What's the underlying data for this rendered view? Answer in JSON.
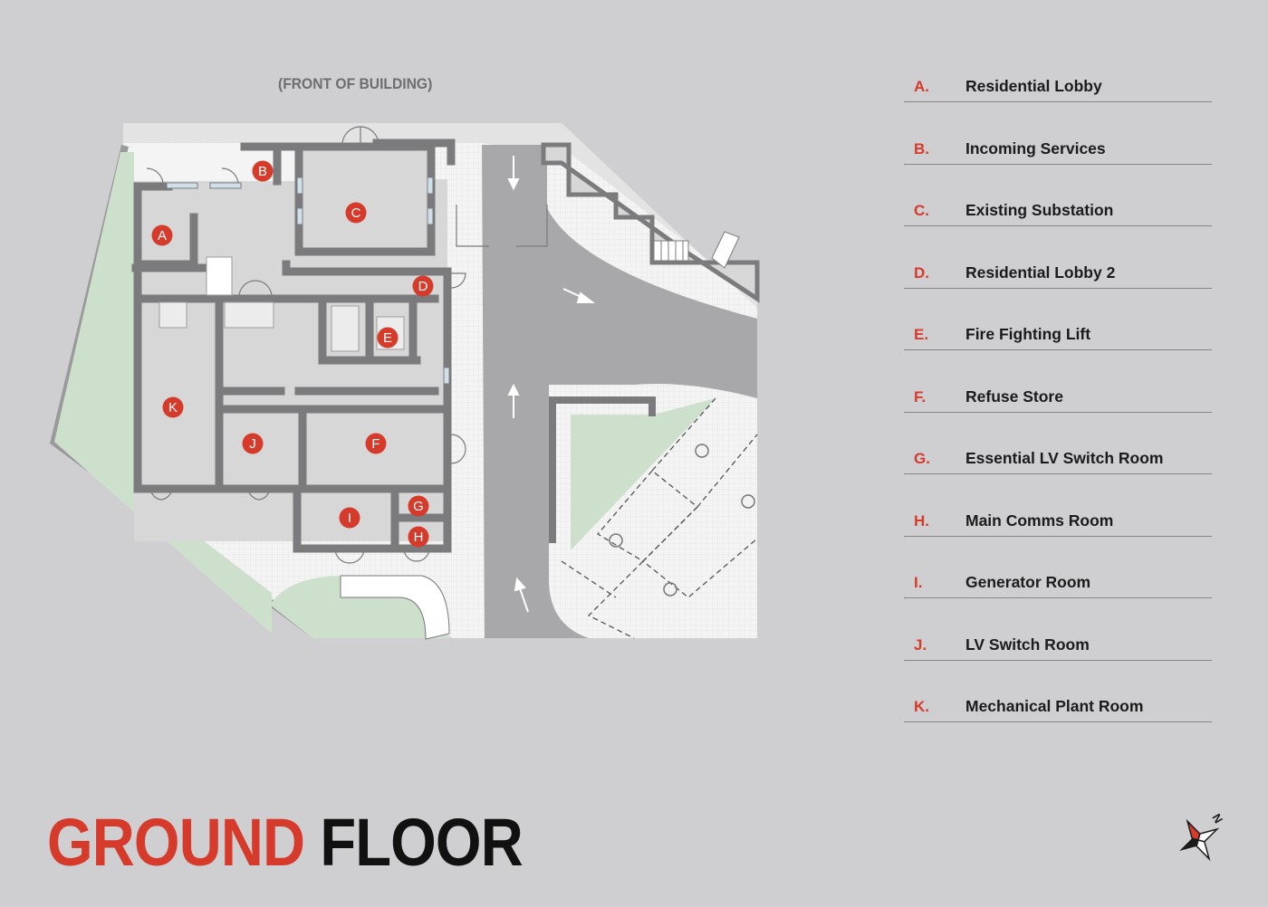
{
  "front_label": "(FRONT OF BUILDING)",
  "title": {
    "part1": "GROUND",
    "part2": "FLOOR"
  },
  "rooms": [
    {
      "letter": "A",
      "legend_letter": "A.",
      "name": "Residential Lobby"
    },
    {
      "letter": "B",
      "legend_letter": "B.",
      "name": "Incoming Services"
    },
    {
      "letter": "C",
      "legend_letter": "C.",
      "name": "Existing Substation"
    },
    {
      "letter": "D",
      "legend_letter": "D.",
      "name": "Residential Lobby 2"
    },
    {
      "letter": "E",
      "legend_letter": "E.",
      "name": "Fire Fighting Lift"
    },
    {
      "letter": "F",
      "legend_letter": "F.",
      "name": "Refuse Store"
    },
    {
      "letter": "G",
      "legend_letter": "G.",
      "name": "Essential LV Switch Room"
    },
    {
      "letter": "H",
      "legend_letter": "H.",
      "name": "Main Comms Room"
    },
    {
      "letter": "I",
      "legend_letter": "I.",
      "name": "Generator Room"
    },
    {
      "letter": "J",
      "legend_letter": "J.",
      "name": "LV Switch Room"
    },
    {
      "letter": "K",
      "legend_letter": "K.",
      "name": "Mechanical Plant Room"
    }
  ],
  "compass": {
    "label": "N",
    "icon": "north-arrow-icon"
  },
  "colors": {
    "accent": "#d63a2a",
    "wall": "#7b7b7d",
    "road": "#a8a8aa",
    "grass": "#cde0cc"
  }
}
